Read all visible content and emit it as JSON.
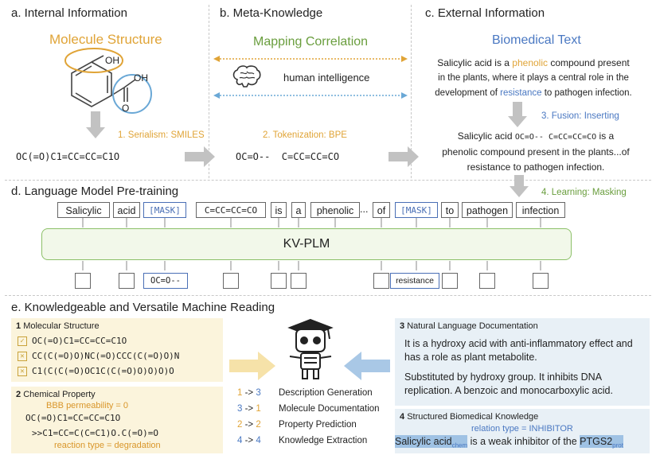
{
  "colors": {
    "orange": "#e0a437",
    "green": "#6a9e3e",
    "blue": "#4a78c2",
    "light_blue_bg": "#e8f0f6",
    "light_yellow_bg": "#fbf4dc",
    "kvplm_fill": "#f2f8ea",
    "kvplm_border": "#8cc068"
  },
  "panel_a": {
    "title": "a. Internal Information",
    "subtitle": "Molecule Structure",
    "atom_oh1": "OH",
    "atom_oh2": "OH",
    "atom_o": "O",
    "step": "1. Serialism: SMILES",
    "smiles": "OC(=O)C1=CC=CC=C1O"
  },
  "panel_b": {
    "title": "b. Meta-Knowledge",
    "subtitle": "Mapping Correlation",
    "brain_label": "human intelligence",
    "step": "2. Tokenization: BPE",
    "tokens": "OC=O--  C=CC=CC=CO"
  },
  "panel_c": {
    "title": "c. External Information",
    "subtitle": "Biomedical Text",
    "text1_a": "Salicylic acid is a ",
    "text1_highlight1": "phenolic",
    "text1_b": " compound present",
    "text1_line2": "in the plants, where it plays a central role in the",
    "text1_c": "development of ",
    "text1_highlight2": "resistance",
    "text1_d": " to pathogen infection.",
    "step": "3. Fusion: Inserting",
    "text2_a": "Salicylic acid ",
    "text2_code": "OC=O-- C=CC=CC=CO",
    "text2_b": " is a",
    "text2_line2": "phenolic compound present in the plants...of",
    "text2_line3": "resistance to pathogen infection."
  },
  "panel_d": {
    "title": "d. Language Model Pre-training",
    "step": "4. Learning: Masking",
    "tokens": [
      "Salicylic",
      "acid",
      "[MASK]",
      "C=CC=CC=CO",
      "is",
      "a",
      "phenolic",
      "...",
      "of",
      "[MASK]",
      "to",
      "pathogen",
      "infection"
    ],
    "model_label": "KV-PLM",
    "output_1": "OC=O--",
    "output_2": "resistance"
  },
  "panel_e": {
    "title": "e. Knowledgeable and Versatile Machine Reading",
    "box1": {
      "num": "1",
      "title": "Molecular Structure",
      "mark_check": "✓",
      "mark_x": "✕",
      "lines": [
        "OC(=O)C1=CC=CC=C1O",
        "CC(C(=O)O)NC(=O)CCC(C(=O)O)N",
        "C1(C(C(=O)OC1C(C(=O)O)O)O)O"
      ]
    },
    "box2": {
      "num": "2",
      "title": "Chemical Property",
      "label1": "BBB permeability = 0",
      "line1": "OC(=O)C1=CC=CC=C1O",
      "line2": ">>C1=CC=C(C=C1)O.C(=O)=O",
      "label2": "reaction type = degradation"
    },
    "box3": {
      "num": "3",
      "title": "Natural Language Documentation",
      "para1": "It is a hydroxy acid with anti-inflammatory effect and has a role as plant metabolite.",
      "para2": "Substituted by hydroxy group. It inhibits DNA replication. A benzoic and monocarboxylic acid."
    },
    "box4": {
      "num": "4",
      "title": "Structured Biomedical Knowledge",
      "relation": "relation type = INHIBITOR",
      "entity1": "Salicylic acid",
      "entity1_tag": "chem",
      "middle": " is a weak inhibitor of the ",
      "entity2": "PTGS2",
      "entity2_tag": "prot"
    },
    "tasks": [
      {
        "a": "1",
        "b": "3",
        "label": "Description Generation"
      },
      {
        "a": "3",
        "b": "1",
        "label": "Molecule Documentation"
      },
      {
        "a": "2",
        "b": "2",
        "label": "Property Prediction"
      },
      {
        "a": "4",
        "b": "4",
        "label": "Knowledge Extraction"
      }
    ],
    "arrow_sym": " -> "
  }
}
